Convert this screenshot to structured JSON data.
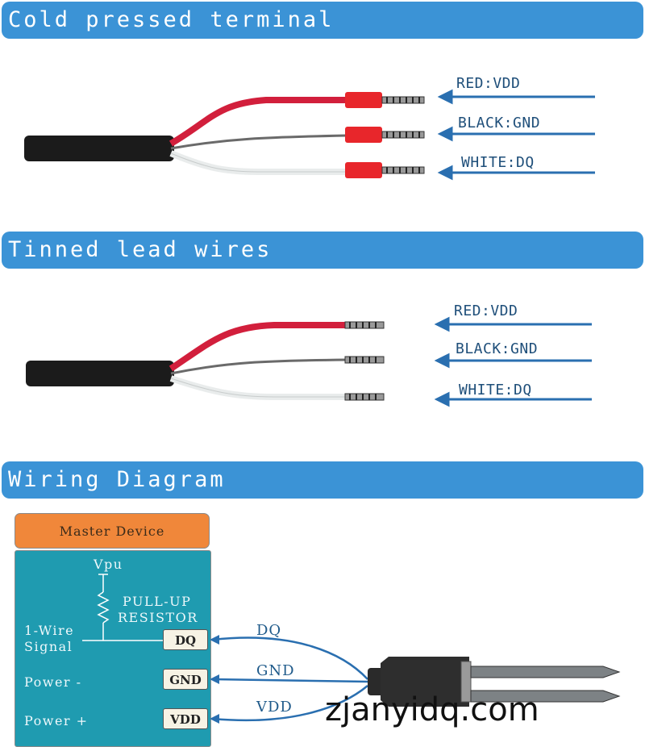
{
  "sections": {
    "cold_pressed": "Cold pressed terminal",
    "tinned": "Tinned lead wires",
    "wiring": "Wiring Diagram"
  },
  "cold_labels": [
    "RED:VDD",
    "BLACK:GND",
    "WHITE:DQ"
  ],
  "tinned_labels": [
    "RED:VDD",
    "BLACK:GND",
    "WHITE:DQ"
  ],
  "wiring": {
    "master": "Master Device",
    "vpu": "Vpu",
    "pullup_line1": "PULL-UP",
    "pullup_line2": "RESISTOR",
    "signal_line1": "1-Wire",
    "signal_line2": "Signal",
    "power_minus": "Power -",
    "power_plus": "Power +",
    "pins": [
      "DQ",
      "GND",
      "VDD"
    ],
    "line_labels": [
      "DQ",
      "GND",
      "VDD"
    ]
  },
  "watermark": "zjanyidq.com",
  "colors": {
    "banner": "#3b93d6",
    "panel": "#1f9bb0",
    "master": "#f0873a",
    "wire_red": "#d21f3c",
    "terminal_red": "#e8262b",
    "label_blue": "#1f4f7a",
    "arrow_blue": "#2a6fb0"
  }
}
